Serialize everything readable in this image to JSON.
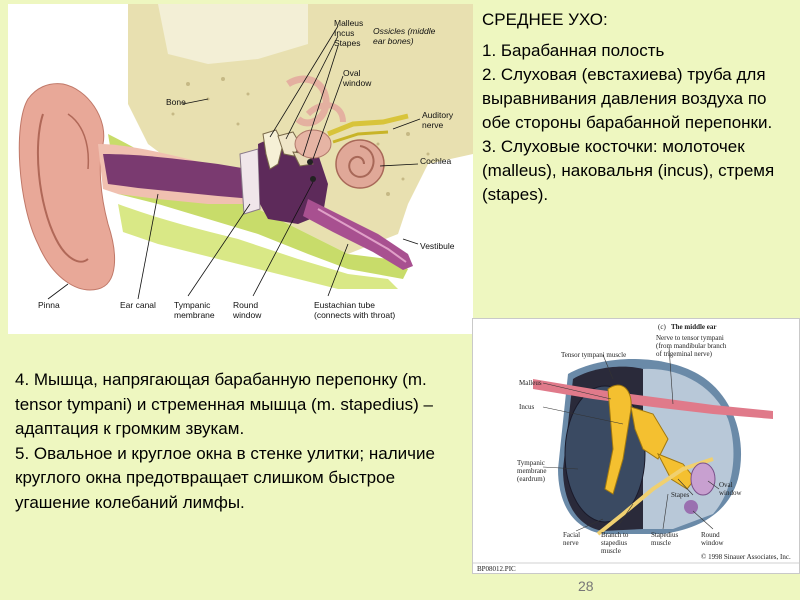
{
  "title": "СРЕДНЕЕ УХО:",
  "right_items": [
    "1. Барабанная полость",
    "2. Слуховая (евстахиева) труба для выравнивания давления воздуха по обе стороны барабанной перепонки.",
    "3. Слуховые косточки: молоточек (malleus), наковальня (incus), стремя (stapes)."
  ],
  "bottom_items": [
    "4. Мышца, напрягающая барабанную перепонку (m. tensor tympani) и стременная мышца (m. stapedius) – адаптация к громким звукам.",
    "5. Овальное и круглое окна в стенке улитки; наличие круглого окна предотвращает слишком быстрое угашение колебаний лимфы."
  ],
  "page_number": "28",
  "figure1": {
    "labels": {
      "malleus": "Malleus",
      "incus": "Incus",
      "stapes": "Stapes",
      "ossicles_line1": "Ossicles (middle",
      "ossicles_line2": "ear bones)",
      "oval_window_line1": "Oval",
      "oval_window_line2": "window",
      "bone": "Bone",
      "auditory_nerve_line1": "Auditory",
      "auditory_nerve_line2": "nerve",
      "cochlea": "Cochlea",
      "vestibule": "Vestibule",
      "pinna": "Pinna",
      "ear_canal": "Ear canal",
      "tympanic_line1": "Tympanic",
      "tympanic_line2": "membrane",
      "round_window_line1": "Round",
      "round_window_line2": "window",
      "eustachian_line1": "Eustachian tube",
      "eustachian_line2": "(connects with throat)"
    }
  },
  "figure2": {
    "caption_letter": "(c)",
    "caption_title": "The middle ear",
    "labels": {
      "nerve_tensor_line1": "Nerve to tensor tympani",
      "nerve_tensor_line2": "(from mandibular branch",
      "nerve_tensor_line3": "of trigeminal nerve)",
      "tensor_tympani_muscle": "Tensor tympani muscle",
      "malleus": "Malleus",
      "incus": "Incus",
      "tympanic_line1": "Tympanic",
      "tympanic_line2": "membrane",
      "tympanic_line3": "(eardrum)",
      "stapes": "Stapes",
      "oval_line1": "Oval",
      "oval_line2": "window",
      "facial_line1": "Facial",
      "facial_line2": "nerve",
      "branch_line1": "Branch to",
      "branch_line2": "stapedius",
      "branch_line3": "muscle",
      "stapedius_line1": "Stapedius",
      "stapedius_line2": "muscle",
      "round_line1": "Round",
      "round_line2": "window",
      "copyright": "© 1998 Sinauer Associates, Inc.",
      "code": "BP08012.PIC"
    }
  },
  "colors": {
    "background": "#eef7c0",
    "bone": "#e8e0b0",
    "skin": "#e8a898",
    "canal": "#7a3a70",
    "tissue_green": "#c8dc6a",
    "cochlea": "#e0a898"
  }
}
